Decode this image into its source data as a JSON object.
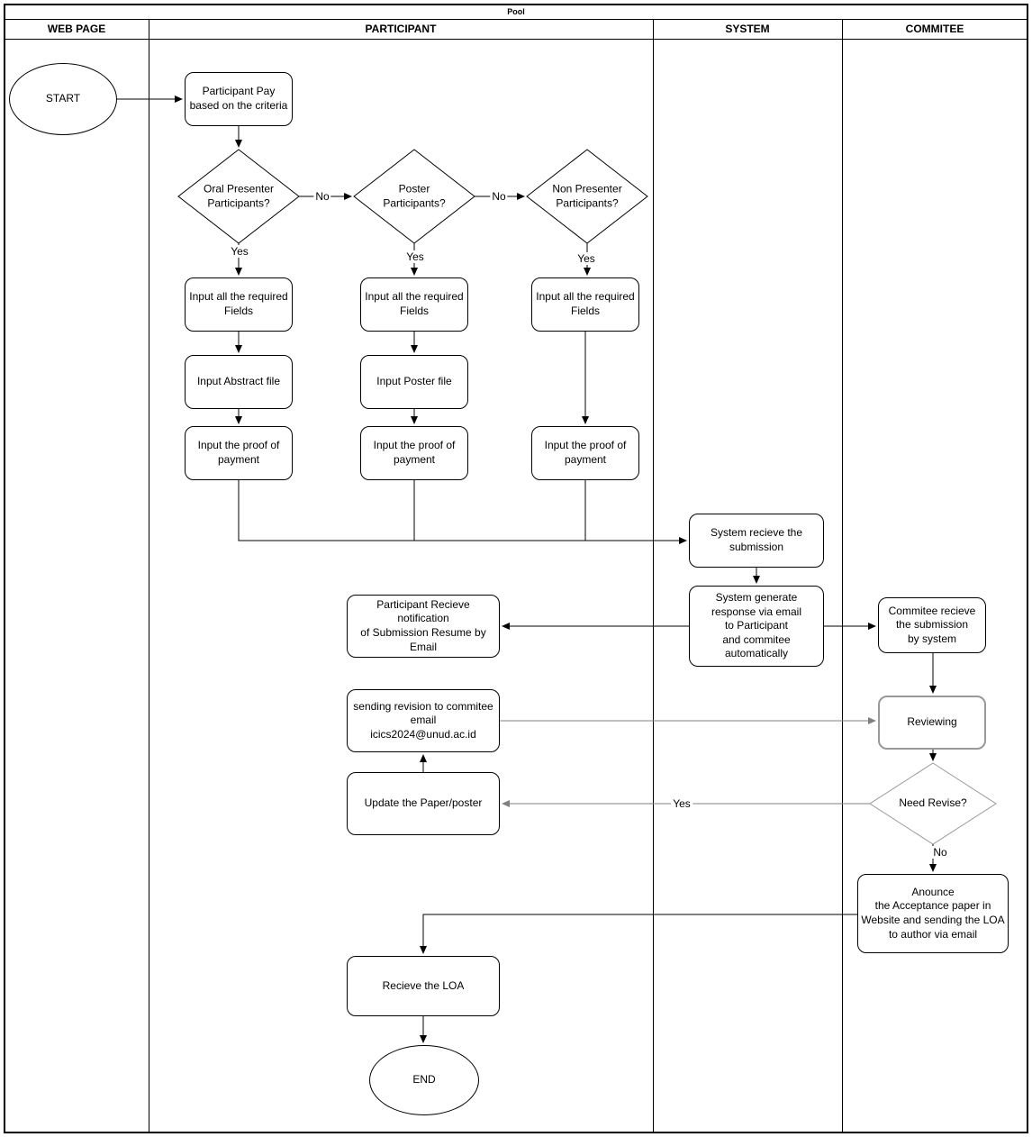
{
  "pool": {
    "title": "Pool",
    "lanes": [
      {
        "label": "WEB PAGE"
      },
      {
        "label": "PARTICIPANT"
      },
      {
        "label": "SYSTEM"
      },
      {
        "label": "COMMITEE"
      }
    ]
  },
  "nodes": {
    "start": "START",
    "participant_pay": "Participant Pay\nbased on the criteria",
    "oral_presenter": "Oral Presenter\nParticipants?",
    "poster_participants": "Poster\nParticipants?",
    "non_presenter": "Non Presenter\nParticipants?",
    "input_fields": "Input all the required\nFields",
    "input_abstract": "Input Abstract file",
    "input_poster": "Input Poster file",
    "input_proof": "Input the proof of\npayment",
    "system_receive": "System recieve the\nsubmission",
    "system_generate": "System generate\nresponse via email\nto Participant\nand commitee\nautomatically",
    "participant_notification": "Participant Recieve notification\nof Submission Resume by\nEmail",
    "committee_receive": "Commitee recieve\nthe submission\nby system",
    "sending_revision": "sending revision to commitee\nemail\nicics2024@unud.ac.id",
    "reviewing": "Reviewing",
    "update_paper": "Update the Paper/poster",
    "need_revise": "Need Revise?",
    "announce": "Anounce\nthe Acceptance paper in\nWebsite and sending the LOA\nto author via email",
    "receive_loa": "Recieve the LOA",
    "end": "END"
  },
  "edge_labels": {
    "no_oral": "No",
    "no_poster": "No",
    "yes_oral": "Yes",
    "yes_poster": "Yes",
    "yes_non_presenter": "Yes",
    "yes_revise": "Yes",
    "no_revise": "No"
  },
  "colors": {
    "stroke": "#000000",
    "gray_stroke": "#808080",
    "background": "#ffffff"
  }
}
